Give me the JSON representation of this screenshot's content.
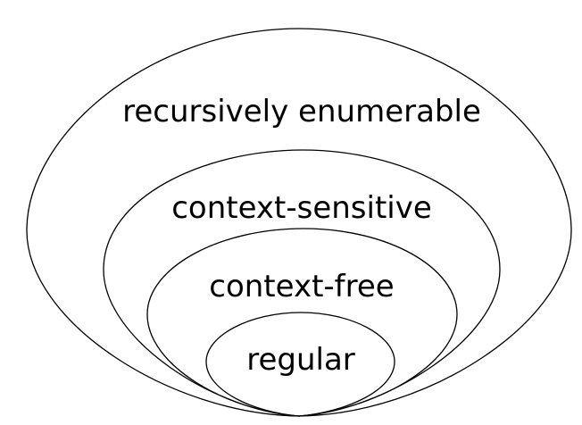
{
  "diagram": {
    "levels": [
      {
        "label": "recursively enumerable"
      },
      {
        "label": "context-sensitive"
      },
      {
        "label": "context-free"
      },
      {
        "label": "regular"
      }
    ],
    "colors": {
      "stroke": "#000000",
      "text": "#000000",
      "background": "#ffffff"
    }
  }
}
